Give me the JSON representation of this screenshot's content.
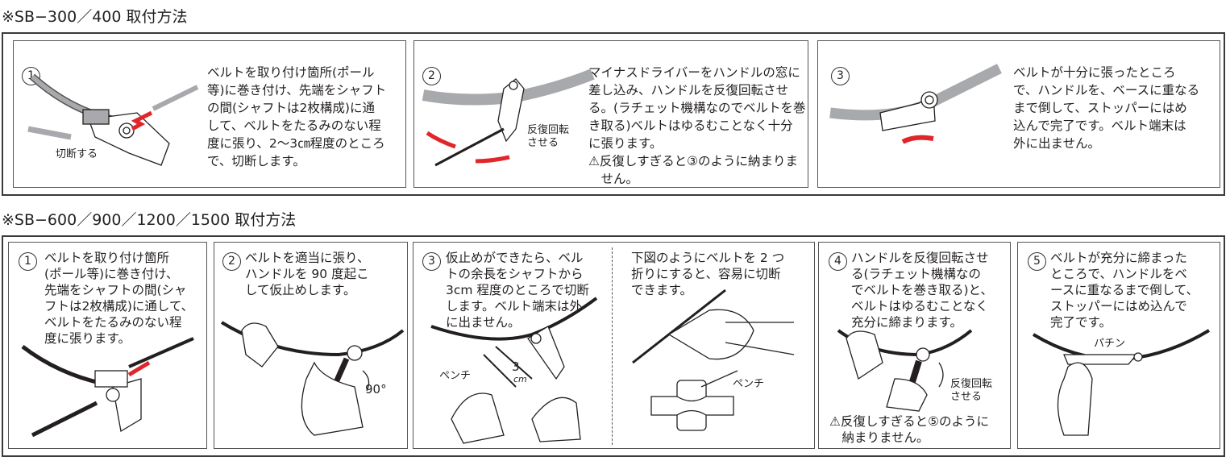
{
  "section1": {
    "title": "※SB−300／400 取付方法",
    "steps": [
      {
        "number": "1",
        "text": "ベルトを取り付け箇所(ポール\n等)に巻き付け、先端をシャフト\nの間(シャフトは2枚構成)に通\nして、ベルトをたるみのない程\n度に張り、2〜3㎝程度のところ\nで、切断します。",
        "label": "切断する"
      },
      {
        "number": "2",
        "text": "マイナスドライバーをハンドルの窓に\n差し込み、ハンドルを反復回転させ\nる。(ラチェット機構なのでベルトを巻\nき取る)ベルトはゆるむことなく十分\nに張ります。",
        "warning": "⚠反復しすぎると③のように納まりま\n　せん。",
        "label": "反復回転\nさせる"
      },
      {
        "number": "3",
        "text": "ベルトが十分に張ったところ\nで、ハンドルを、ベースに重なる\nまで倒して、ストッパーにはめ\n込んで完了です。ベルト端末は\n外に出ません。"
      }
    ]
  },
  "section2": {
    "title": "※SB−600／900／1200／1500 取付方法",
    "steps": [
      {
        "number": "1",
        "text": "ベルトを取り付け箇所\n(ポール等)に巻き付け、\n先端をシャフトの間(シャ\nフトは2枚構成)に通して、\nベルトをたるみのない程\n度に張ります。"
      },
      {
        "number": "2",
        "text": "ベルトを適当に張り、\nハンドルを 90 度起こ\nして仮止めします。",
        "label": "90°"
      },
      {
        "number": "3",
        "text": "仮止めができたら、ベル\nトの余長をシャフトから\n3cm 程度のところで切断\nします。ベルト端末は外\nに出ません。",
        "label_pliers": "ペンチ",
        "label_len": "3",
        "label_unit": "cm",
        "note": "下図のようにベルトを 2 つ\n折りにすると、容易に切断\nできます。",
        "note_label": "ペンチ"
      },
      {
        "number": "4",
        "text": "ハンドルを反復回転させ\nる(ラチェット機構なの\nでベルトを巻き取る)と、\nベルトはゆるむことなく\n充分に締まります。",
        "label": "反復回転\nさせる",
        "warning": "⚠反復しすぎると⑤のように\n　納まりません。"
      },
      {
        "number": "5",
        "text": "ベルトが充分に締まった\nところで、ハンドルをベ\nースに重なるまで倒して、\nストッパーにはめ込んで\n完了です。",
        "label": "パチン"
      }
    ]
  },
  "colors": {
    "arrow": "#e0262b",
    "belt": "#a7a9ac",
    "line": "#231f20"
  }
}
